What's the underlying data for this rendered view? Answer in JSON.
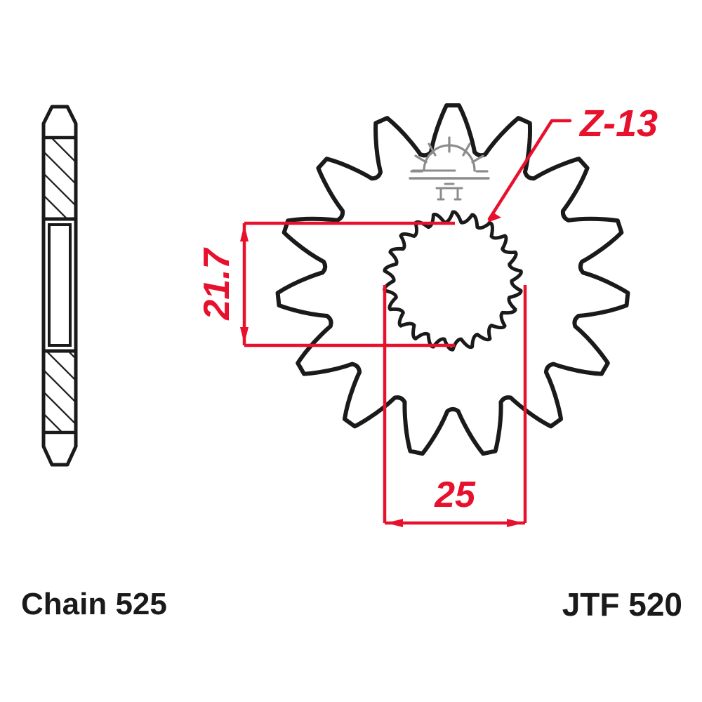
{
  "drawing": {
    "title_type": "sprocket-technical-drawing",
    "background_color": "#ffffff",
    "outline_color": "#1a1a1a",
    "dimension_color": "#e8112d",
    "watermark_color": "#8c8c8c"
  },
  "views": {
    "side_profile": {
      "name": "side-section-view",
      "hatching": "diagonal"
    },
    "front_face": {
      "name": "front-face-view",
      "teeth_count": 15,
      "spline_count": 22
    }
  },
  "annotations": {
    "spline_callout": "Z-13",
    "vertical_dimension": "21.7",
    "horizontal_dimension": "25"
  },
  "footer": {
    "chain_label": "Chain 525",
    "part_number": "JTF 520"
  },
  "watermark": {
    "icon_name": "sunrise-logo"
  }
}
